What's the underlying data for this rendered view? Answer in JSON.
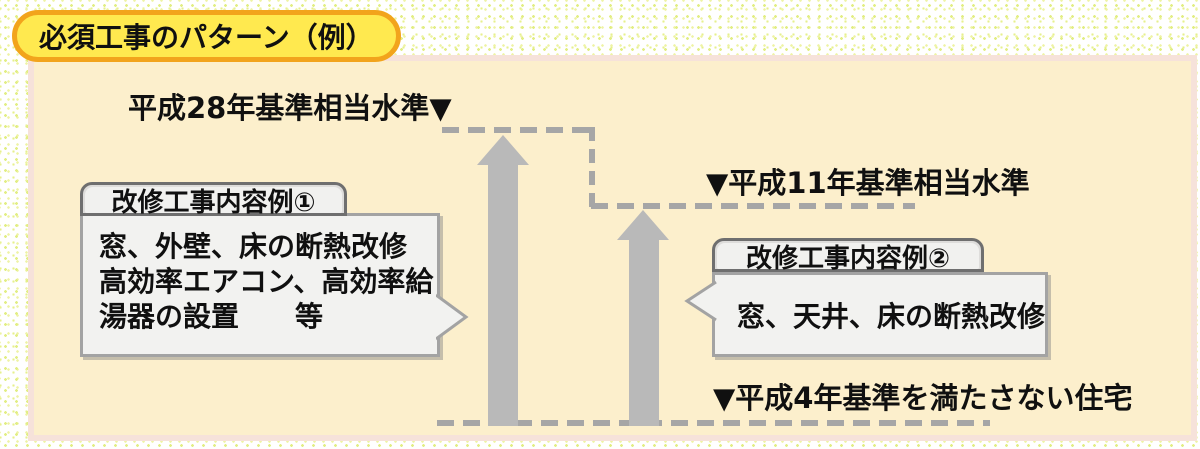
{
  "title": {
    "label": "必須工事のパターン（例）"
  },
  "levels": {
    "h28": {
      "label": "平成28年基準相当水準▼"
    },
    "h11": {
      "label": "▼平成11年基準相当水準"
    },
    "h4": {
      "label": "▼平成4年基準を満たさない住宅"
    }
  },
  "callouts": {
    "example1": {
      "header": "改修工事内容例①",
      "lines": [
        "窓、外壁、床の断熱改修",
        "高効率エアコン、高効率給",
        "湯器の設置　　等"
      ]
    },
    "example2": {
      "header": "改修工事内容例②",
      "body": "窓、天井、床の断熱改修"
    }
  },
  "colors": {
    "badge_fill": "#ffe94f",
    "badge_border": "#f2a41c",
    "panel_fill": "#fcefcc",
    "panel_border": "#f6e2da",
    "arrow_gray": "#b9b9b9",
    "dash_gray": "#a6a6a6",
    "callout_fill": "#f2f2f0",
    "callout_border": "#a3a3a3",
    "tab_border": "#6f6f6f",
    "dot_pattern": "#e2ee85"
  }
}
